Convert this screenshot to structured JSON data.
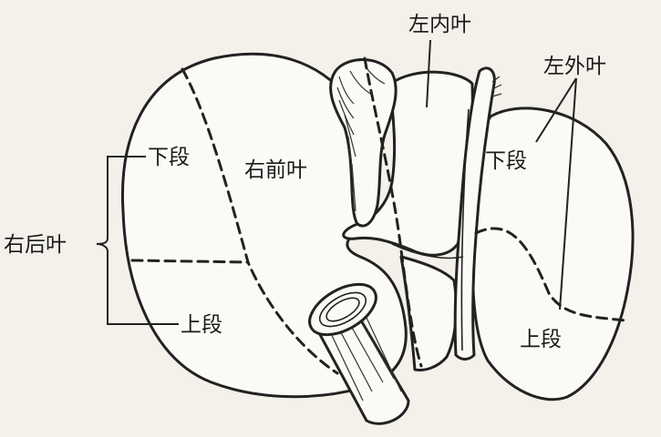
{
  "labels": {
    "left_medial_lobe": "左内叶",
    "left_lateral_lobe": "左外叶",
    "left_lateral_inferior": "下段",
    "left_lateral_superior": "上段",
    "right_anterior_lobe": "右前叶",
    "right_posterior_lobe": "右后叶",
    "right_posterior_inferior": "下段",
    "right_posterior_superior": "上段"
  }
}
